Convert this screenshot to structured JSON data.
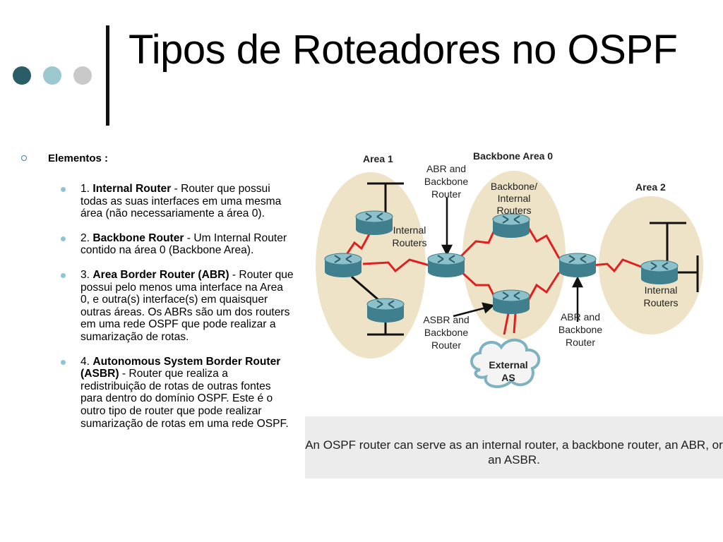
{
  "slide": {
    "title": "Tipos de Roteadores no OSPF",
    "decor_colors": [
      "#2b5d66",
      "#9cc9cf",
      "#c9c9c9"
    ]
  },
  "content": {
    "heading": "Elementos :",
    "items": [
      {
        "num": "1.",
        "term": "Internal Router",
        "desc": " - Router que possui todas as suas interfaces em uma mesma área (não necessariamente a área 0)."
      },
      {
        "num": "2.",
        "term": "Backbone Router",
        "desc": " - Um Internal Router contido na área 0 (Backbone Area)."
      },
      {
        "num": "3.",
        "term": "Area Border Router (ABR)",
        "desc": " - Router que possui pelo menos uma interface na Area 0, e outra(s) interface(s) em quaisquer outras áreas. Os ABRs são um dos routers em uma rede OSPF que pode realizar a sumarização de rotas."
      },
      {
        "num": "4.",
        "term": "Autonomous System Border Router (ASBR)",
        "desc": " - Router que realiza a redistribuição de rotas de outras fontes para dentro do domínio OSPF. Este é o outro tipo de router que pode realizar sumarização de rotas em uma rede OSPF."
      }
    ]
  },
  "diagram": {
    "area1": "Area 1",
    "backbone": "Backbone Area 0",
    "area2": "Area 2",
    "abr_backbone_top": [
      "ABR and",
      "Backbone",
      "Router"
    ],
    "backbone_internal": [
      "Backbone/",
      "Internal",
      "Routers"
    ],
    "internal_routers_left": [
      "Internal",
      "Routers"
    ],
    "internal_routers_right": [
      "Internal",
      "Routers"
    ],
    "asbr": [
      "ASBR and",
      "Backbone",
      "Router"
    ],
    "abr_backbone_right": [
      "ABR and",
      "Backbone",
      "Router"
    ],
    "external": [
      "External",
      "AS"
    ],
    "caption": "An OSPF router can serve as an internal router, a backbone router, an ABR, or an ASBR.",
    "colors": {
      "area": "#eee3c6",
      "link": "#e02020",
      "router": "#4d8f9e",
      "router_top": "#8cc1cc"
    }
  }
}
